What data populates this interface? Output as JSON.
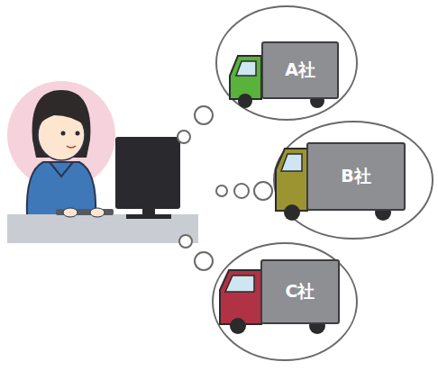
{
  "diagram": {
    "nodes": [
      {
        "text": [
          "A社"
        ]
      },
      {
        "text": [
          "B社"
        ]
      },
      {
        "text": [
          "C社"
        ]
      }
    ]
  }
}
